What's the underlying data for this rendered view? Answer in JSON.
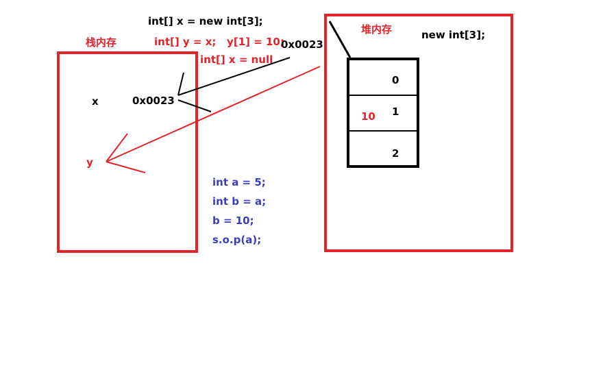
{
  "colors": {
    "stack_red": "#e3242b",
    "black": "#000000",
    "code_blue": "#3b3fbf"
  },
  "stack": {
    "label": "栈内存",
    "var_x": "x",
    "x_value": "0x0023",
    "var_y": "y"
  },
  "heap": {
    "label": "堆内存",
    "alloc_label": "new int[3];",
    "array": {
      "indices": [
        "0",
        "1",
        "2"
      ],
      "modified_value": "10"
    }
  },
  "code_top": {
    "line1": "int[] x = new int[3];",
    "line2": "int[] y = x;   y[1] = 10;",
    "line3": "int[] x = null",
    "address": "0x0023"
  },
  "code_bottom": {
    "lines": [
      "int a = 5;",
      "int b = a;",
      "b = 10;",
      "s.o.p(a);"
    ]
  }
}
